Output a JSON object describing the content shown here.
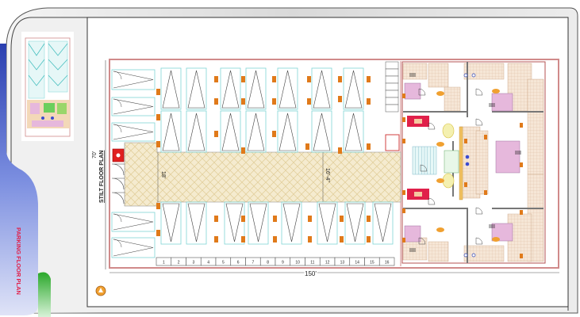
{
  "side_title": "PARKING FLOOR PLAN",
  "plan_title": "STILT FLOOR PLAN",
  "dimensions": {
    "width_label": "70'",
    "length_label": "150'",
    "drive_width_left": "18'",
    "drive_width_right": "16'-4\""
  },
  "parking_strip_numbers": [
    "1",
    "2",
    "3",
    "4",
    "5",
    "6",
    "7",
    "8",
    "9",
    "10",
    "11",
    "12",
    "13",
    "14",
    "15",
    "16"
  ],
  "colors": {
    "side_panel_blue": "#4a5fc8",
    "accent_green": "#38b038",
    "title_red": "#e0204a",
    "plan_border": "#d08a8a",
    "parking_bay": "#7fd6d6",
    "column": "#e07a1a",
    "driveway": "#f3e7c4",
    "tile": "#f3e0cc",
    "bed": "#e6b8dc",
    "sofa": "#e0204a",
    "lift_red": "#e02020"
  },
  "icons": [
    "compass-icon"
  ]
}
